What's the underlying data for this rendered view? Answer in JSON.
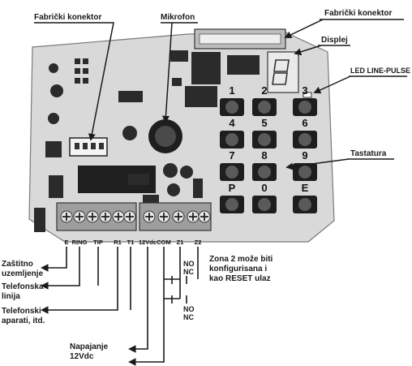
{
  "callouts": {
    "factory_connector_left": "Fabrički konektor",
    "microphone": "Mikrofon",
    "factory_connector_right": "Fabrički konektor",
    "display": "Displej",
    "led": "LED LINE-PULSE",
    "keypad": "Tastatura"
  },
  "keypad_keys": [
    "1",
    "2",
    "3",
    "4",
    "5",
    "6",
    "7",
    "8",
    "9",
    "P",
    "0",
    "E"
  ],
  "terminals": [
    "E",
    "RING",
    "TIP",
    "R1",
    "T1",
    "12Vdc",
    "COM",
    "Z1",
    "Z2"
  ],
  "wiring_labels": {
    "ground_line1": "Zaštitno",
    "ground_line2": "uzemljenje",
    "phone_line_line1": "Telefonska",
    "phone_line_line2": "linija",
    "phone_devices_line1": "Telefonski",
    "phone_devices_line2": "aparati, itd.",
    "power_line1": "Napajanje",
    "power_line2": "12Vdc",
    "zone_note_line1": "Zona 2 može biti",
    "zone_note_line2": "konfigurisana i",
    "zone_note_line3": "kao RESET ulaz",
    "no_nc_upper_1": "NO",
    "no_nc_upper_2": "NC",
    "no_nc_lower_1": "NO",
    "no_nc_lower_2": "NC"
  }
}
